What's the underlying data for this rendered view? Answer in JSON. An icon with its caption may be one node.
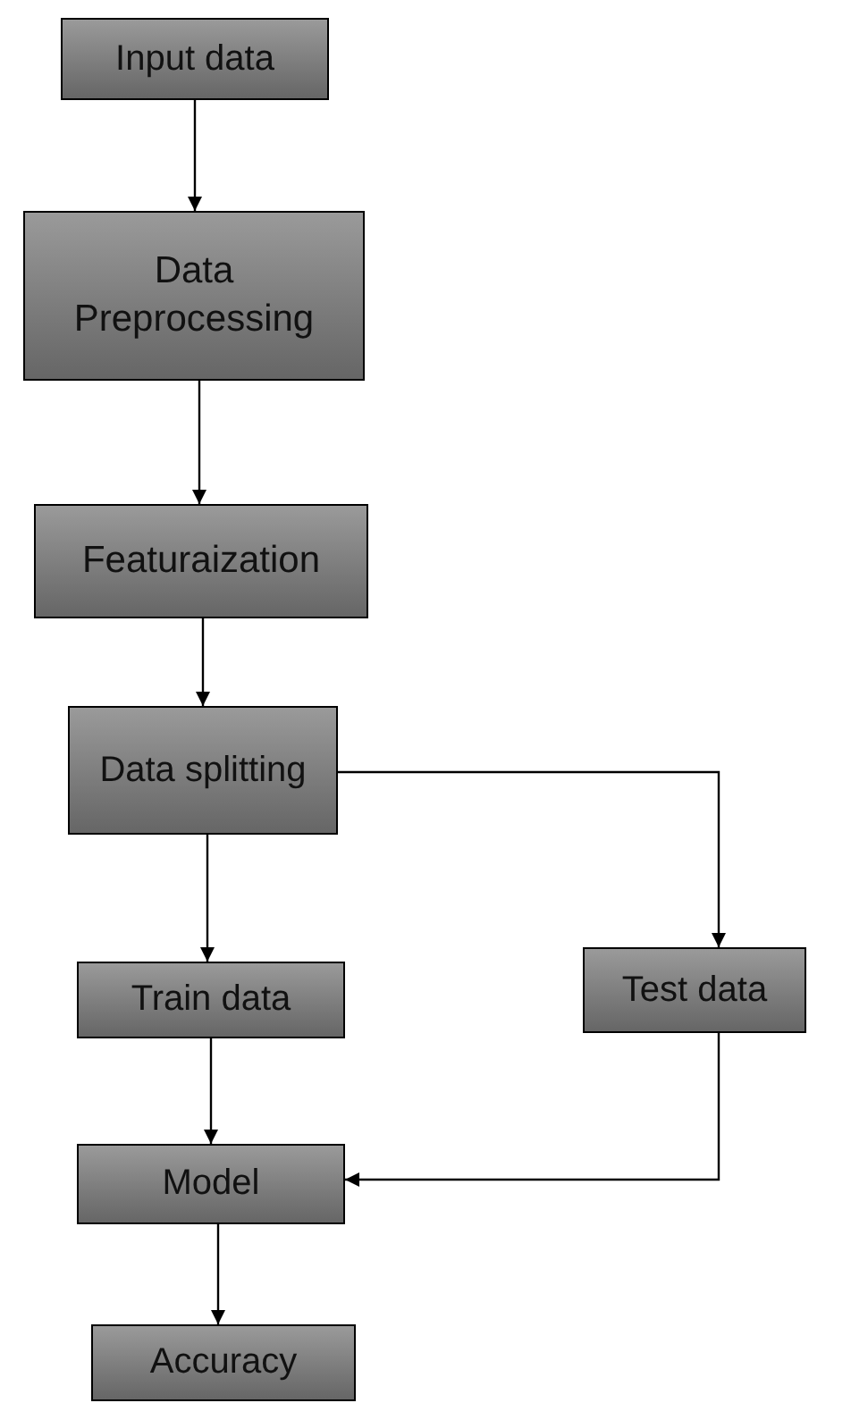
{
  "diagram": {
    "nodes": [
      {
        "text": [
          "Input data"
        ]
      },
      {
        "text": [
          "Data Preprocessing"
        ]
      },
      {
        "text": [
          "Featuraization"
        ]
      },
      {
        "text": [
          "Data splitting"
        ]
      },
      {
        "text": [
          "Train data"
        ]
      },
      {
        "text": [
          "Test data"
        ]
      },
      {
        "text": [
          "Model"
        ]
      },
      {
        "text": [
          "Accuracy"
        ]
      }
    ],
    "edges": [
      {
        "from": 0,
        "to": 1,
        "arrow": "to"
      },
      {
        "from": 1,
        "to": 2,
        "arrow": "to"
      },
      {
        "from": 2,
        "to": 3,
        "arrow": "to"
      },
      {
        "from": 3,
        "to": 4,
        "arrow": "to"
      },
      {
        "from": 3,
        "to": 5,
        "arrow": "to"
      },
      {
        "from": 4,
        "to": 6,
        "arrow": "to"
      },
      {
        "from": 5,
        "to": 6,
        "arrow": "to"
      },
      {
        "from": 6,
        "to": 7,
        "arrow": "to"
      }
    ]
  }
}
